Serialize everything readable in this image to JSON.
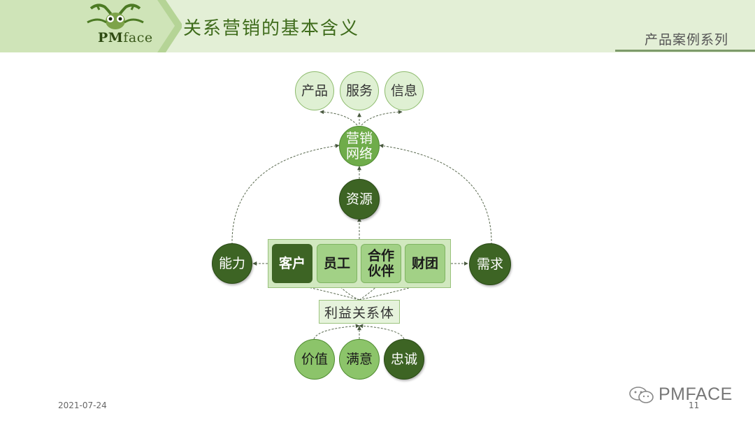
{
  "header": {
    "logo_pm": "PM",
    "logo_face": "face",
    "title": "关系营销的基本含义",
    "series": "产品案例系列"
  },
  "diagram": {
    "top": [
      "产品",
      "服务",
      "信息"
    ],
    "network": [
      "营销",
      "网络"
    ],
    "resource": "资源",
    "ability": "能力",
    "demand": "需求",
    "group": [
      [
        "客户"
      ],
      [
        "员工"
      ],
      [
        "合作",
        "伙伴"
      ],
      [
        "财团"
      ]
    ],
    "interest": "利益关系体",
    "bottom": [
      "价值",
      "满意",
      "忠诚"
    ]
  },
  "footer": {
    "date": "2021-07-24",
    "page": "11",
    "brand": "PMFACE"
  },
  "colors": {
    "dark_green": "#3d6424",
    "mid_green": "#6fac4a",
    "light_green": "#dff0d3",
    "header_bg": "#e3efd6"
  }
}
